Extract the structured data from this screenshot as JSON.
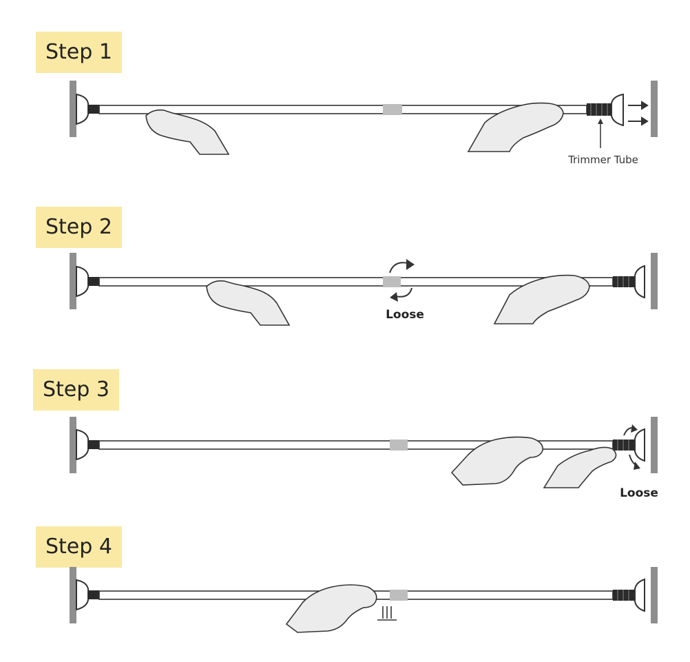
{
  "steps": [
    {
      "label": "Step 1",
      "callout": "Trimmer Tube"
    },
    {
      "label": "Step 2",
      "callout": "Loose"
    },
    {
      "label": "Step 3",
      "callout": "Loose"
    },
    {
      "label": "Step 4",
      "callout": ""
    }
  ],
  "colors": {
    "badge": "#f9e9a4",
    "wall": "#8e8e8e",
    "rod_outline": "#333333",
    "joint": "#bdbdbd",
    "hand_fill": "#ececec",
    "trimmer": "#2a2a2a"
  },
  "icons": [
    "wall-bracket-icon",
    "hand-icon",
    "rotate-arrow-icon",
    "push-arrow-icon",
    "ground-icon"
  ]
}
